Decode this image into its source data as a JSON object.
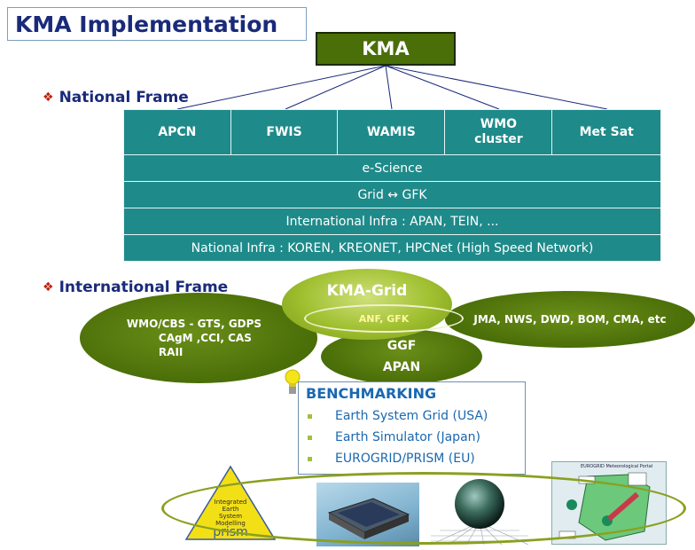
{
  "title": "KMA Implementation",
  "root": "KMA",
  "national_frame": {
    "heading": "National Frame",
    "columns": [
      "APCN",
      "FWIS",
      "WAMIS",
      "WMO cluster",
      "Met Sat"
    ],
    "rows": [
      "e-Science",
      "Grid ↔  GFK",
      "International Infra : APAN, TEIN, ...",
      "National Infra : KOREN, KREONET, HPCNet (High Speed Network)"
    ]
  },
  "international_frame": {
    "heading": "International Frame",
    "kma_grid": "KMA-Grid",
    "anf_gfk": "ANF, GFK",
    "wmo_lines": [
      "WMO/CBS - GTS, GDPS",
      "CAgM ,CCI, CAS",
      "RAII"
    ],
    "jma": "JMA, NWS, DWD, BOM, CMA, etc",
    "ggf": "GGF",
    "apan": "APAN"
  },
  "benchmarking": {
    "title": "BENCHMARKING",
    "items": [
      "Earth System Grid (USA)",
      "Earth Simulator (Japan)",
      "EUROGRID/PRISM (EU)"
    ]
  },
  "images": {
    "prism_label": "prism",
    "prism_small": [
      "Integrated",
      "Earth",
      "System",
      "Modelling"
    ],
    "eurogrid_caption": "EUROGRID Meteorological Portal"
  },
  "colors": {
    "title": "#1a2a7a",
    "kma_box": "#4a6e08",
    "table": "#1f8a8a",
    "ellipse_dark": "#4a6e08",
    "ellipse_light": "#9fbf2f",
    "bench_text": "#1a68b0"
  }
}
